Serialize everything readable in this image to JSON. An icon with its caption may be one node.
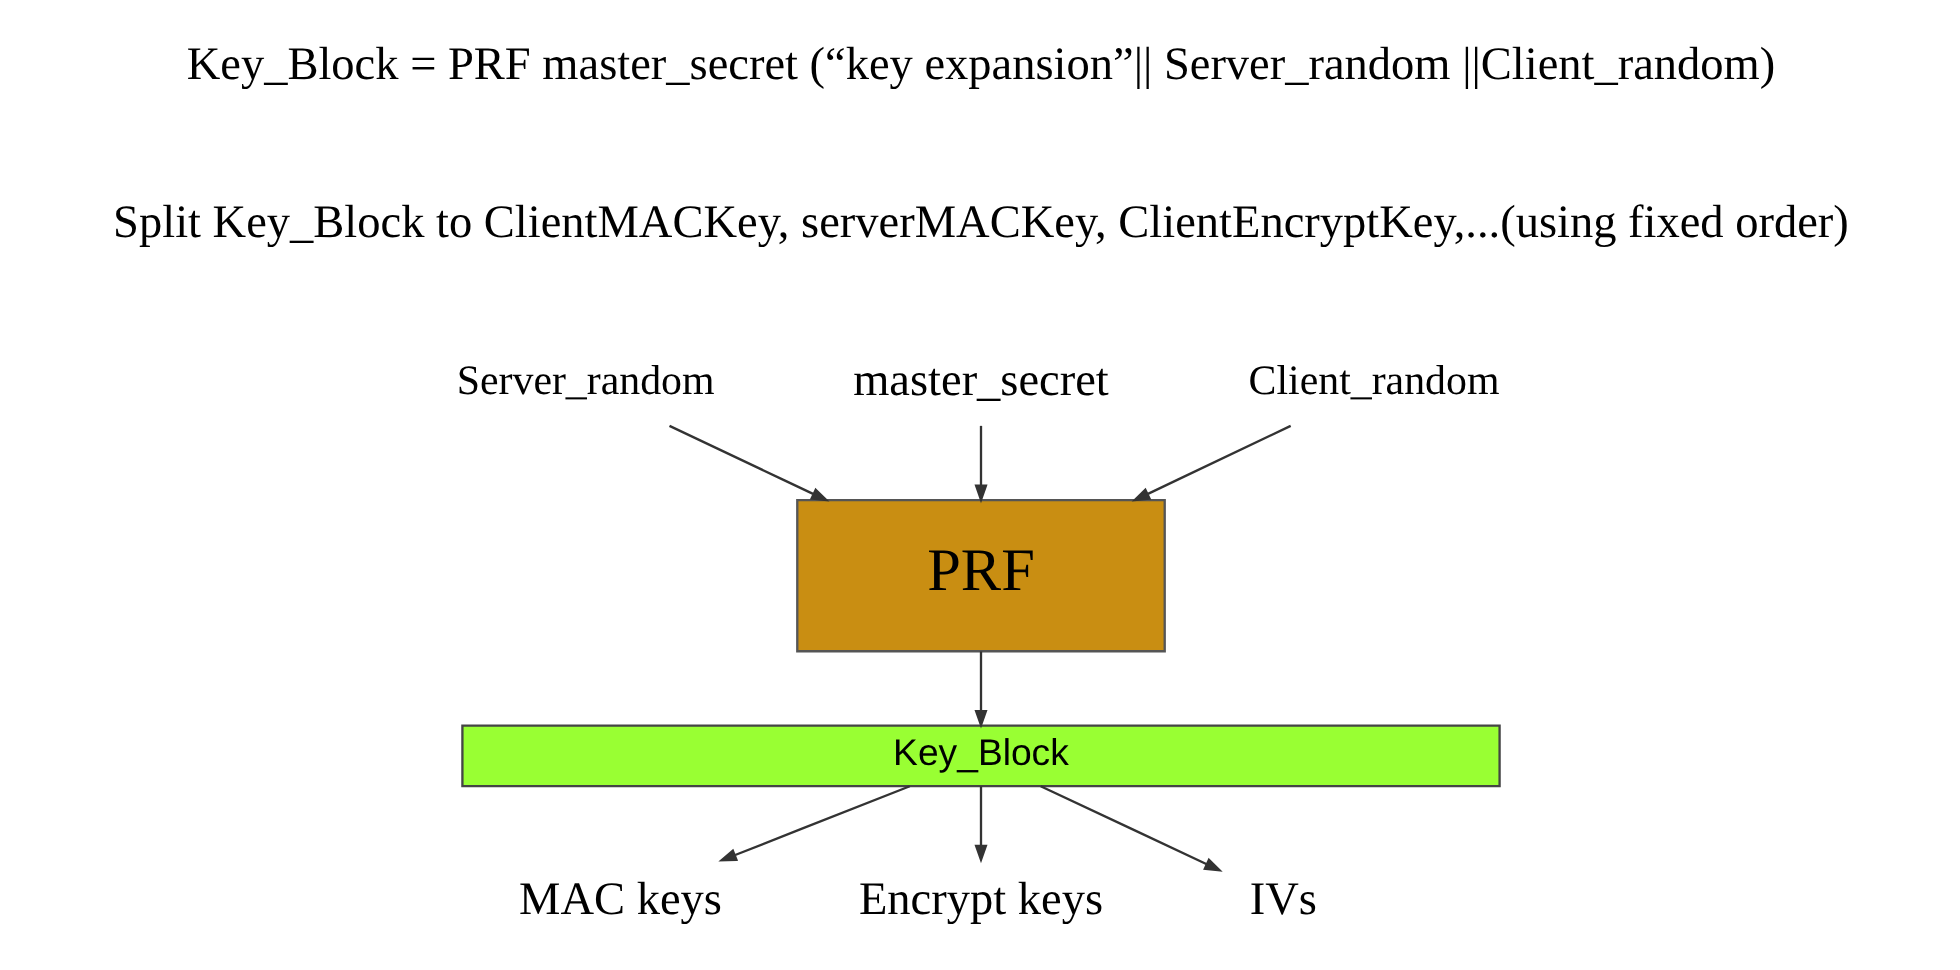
{
  "diagram": {
    "nodes": [
      {
        "text": [
          "Server_random"
        ]
      },
      {
        "text": [
          "master_secret"
        ]
      },
      {
        "text": [
          "Client_random"
        ]
      },
      {
        "text": [
          "PRF"
        ]
      },
      {
        "text": [
          "Key_Block"
        ]
      },
      {
        "text": [
          "MAC keys"
        ]
      },
      {
        "text": [
          "Encrypt keys"
        ]
      },
      {
        "text": [
          "IVs"
        ]
      }
    ],
    "edges": [
      {
        "from": 0,
        "to": 3,
        "arrow": "to"
      },
      {
        "from": 1,
        "to": 3,
        "arrow": "to"
      },
      {
        "from": 2,
        "to": 3,
        "arrow": "to"
      },
      {
        "from": 3,
        "to": 4,
        "arrow": "to"
      },
      {
        "from": 4,
        "to": 5,
        "arrow": "to"
      },
      {
        "from": 4,
        "to": 6,
        "arrow": "to"
      },
      {
        "from": 4,
        "to": 7,
        "arrow": "to"
      }
    ],
    "labels": [
      "Key_Block = PRF master_secret (“key expansion”|| Server_random ||Client_random)",
      "Split Key_Block to ClientMACKey, serverMACKey, ClientEncryptKey,...(using fixed order)"
    ]
  }
}
